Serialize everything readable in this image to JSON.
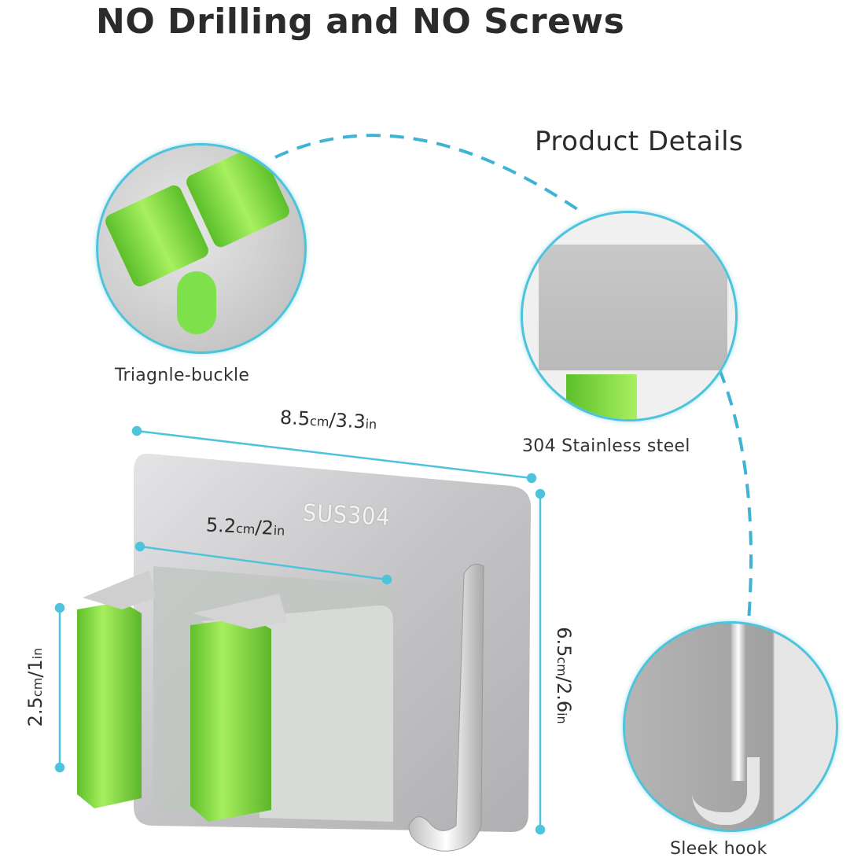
{
  "header": {
    "title": "NO Drilling and NO Screws",
    "subtitle": "Product Details"
  },
  "details": [
    {
      "label": "Triagnle-buckle",
      "icon": "triangle-buckle-closeup"
    },
    {
      "label": "304 Stainless steel",
      "icon": "stainless-plate-closeup"
    },
    {
      "label": "Sleek hook",
      "icon": "hook-closeup"
    }
  ],
  "product": {
    "engraving": "SUS304",
    "dimensions": {
      "width": {
        "value1": "8.5",
        "unit1": "cm",
        "sep": "/",
        "value2": "3.3",
        "unit2": "in"
      },
      "inner_width": {
        "value1": "5.2",
        "unit1": "cm",
        "sep": "/",
        "value2": "2",
        "unit2": "in"
      },
      "clip_height": {
        "value1": "2.5",
        "unit1": "cm",
        "sep": "/",
        "value2": "1",
        "unit2": "in"
      },
      "height": {
        "value1": "6.5",
        "unit1": "cm",
        "sep": "/",
        "value2": "2.6",
        "unit2": "in"
      }
    }
  },
  "colors": {
    "accent": "#4ec3dc",
    "clip_green": "#7ed63f",
    "steel": "#c9c9cb",
    "text": "#2b2b2b"
  }
}
